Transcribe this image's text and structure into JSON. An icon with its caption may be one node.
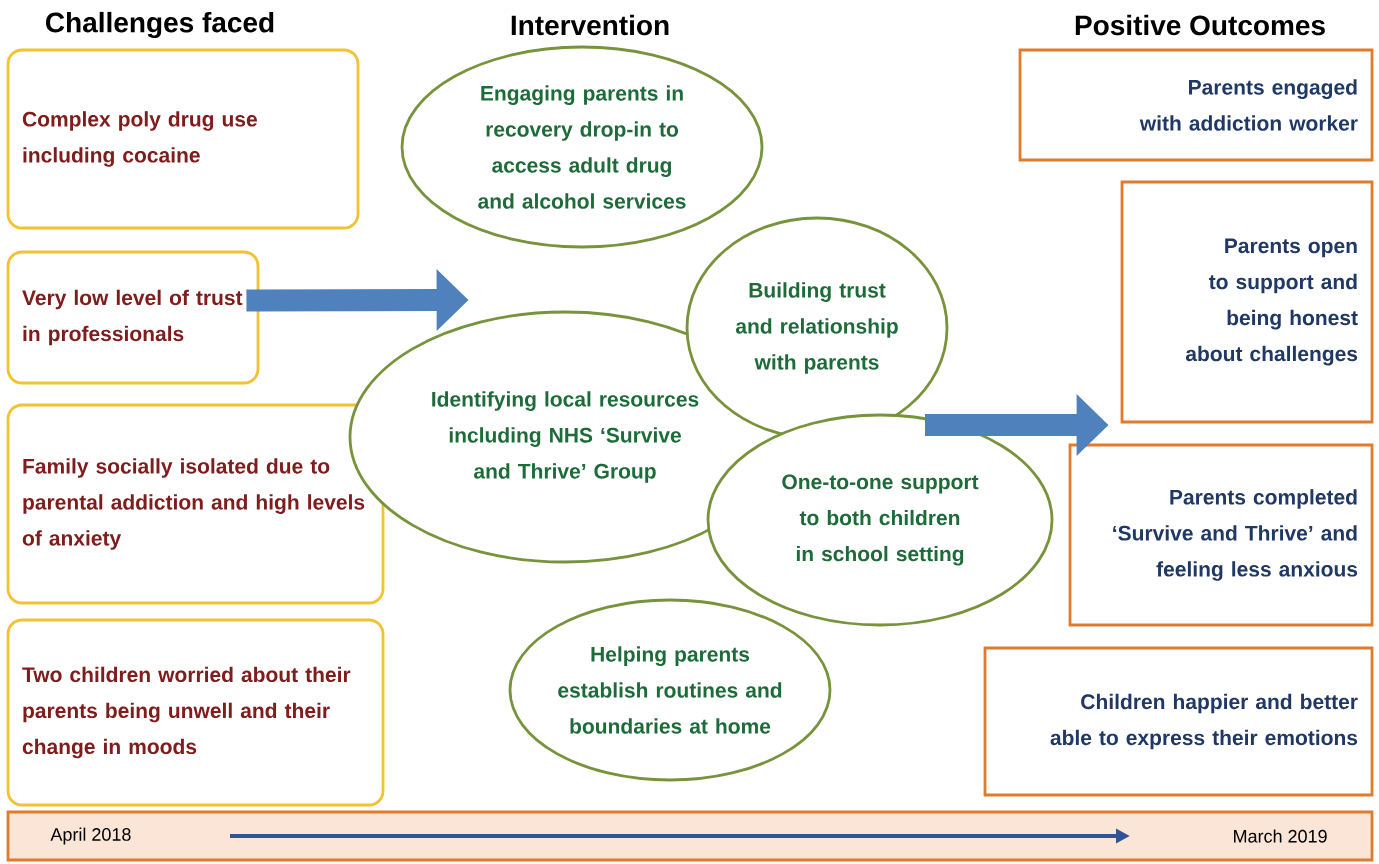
{
  "diagram": {
    "nodes": [
      {
        "text": [
          "Complex poly drug use including cocaine"
        ]
      },
      {
        "text": [
          "Very low level of trust in professionals"
        ]
      },
      {
        "text": [
          "Family socially isolated due to parental addiction and high levels of anxiety"
        ]
      },
      {
        "text": [
          "Two children worried about their parents being unwell and their change in moods"
        ]
      },
      {
        "text": [
          "Engaging parents in recovery drop-in to access adult drug and alcohol services"
        ]
      },
      {
        "text": [
          "Identifying local resources including NHS ‘Survive and Thrive’ Group"
        ]
      },
      {
        "text": [
          "Building trust and relationship with parents"
        ]
      },
      {
        "text": [
          "One-to-one support to both children in school setting"
        ]
      },
      {
        "text": [
          "Helping parents establish routines and boundaries at home"
        ]
      },
      {
        "text": [
          "Parents engaged with addiction worker"
        ]
      },
      {
        "text": [
          "Parents open to support and being honest about challenges"
        ]
      },
      {
        "text": [
          "Parents completed ‘Survive and Thrive’ and feeling less anxious"
        ]
      },
      {
        "text": [
          "Children happier and better able to express their emotions"
        ]
      },
      {
        "text": [
          "April 2018",
          "March 2019"
        ]
      }
    ],
    "edges": [
      {
        "from": 1,
        "to": 5,
        "arrow": "to"
      },
      {
        "from": 7,
        "to": 11,
        "arrow": "to"
      }
    ],
    "labels": [
      "Challenges faced",
      "Intervention",
      "Positive Outcomes"
    ]
  }
}
